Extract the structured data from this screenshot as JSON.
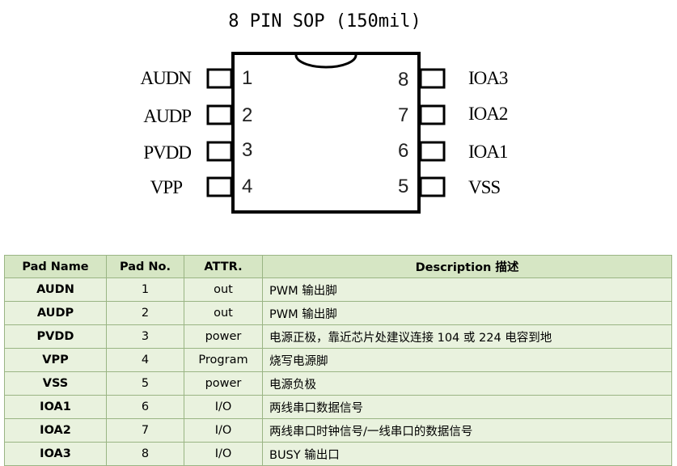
{
  "title": "8 PIN SOP (150mil)",
  "pins_left": [
    {
      "num": "1",
      "name": "AUDN"
    },
    {
      "num": "2",
      "name": "AUDP"
    },
    {
      "num": "3",
      "name": "PVDD"
    },
    {
      "num": "4",
      "name": "VPP"
    }
  ],
  "pins_right": [
    {
      "num": "8",
      "name": "IOA3"
    },
    {
      "num": "7",
      "name": "IOA2"
    },
    {
      "num": "6",
      "name": "IOA1"
    },
    {
      "num": "5",
      "name": "VSS"
    }
  ],
  "table": {
    "headers": [
      "Pad Name",
      "Pad No.",
      "ATTR.",
      "Description 描述"
    ],
    "rows": [
      [
        "AUDN",
        "1",
        "out",
        "PWM 输出脚"
      ],
      [
        "AUDP",
        "2",
        "out",
        "PWM 输出脚"
      ],
      [
        "PVDD",
        "3",
        "power",
        "电源正极，靠近芯片处建议连接 104 或 224 电容到地"
      ],
      [
        "VPP",
        "4",
        "Program",
        "烧写电源脚"
      ],
      [
        "VSS",
        "5",
        "power",
        "电源负极"
      ],
      [
        "IOA1",
        "6",
        "I/O",
        "两线串口数据信号"
      ],
      [
        "IOA2",
        "7",
        "I/O",
        "两线串口时钟信号/一线串口的数据信号"
      ],
      [
        "IOA3",
        "8",
        "I/O",
        "BUSY 输出口"
      ]
    ]
  }
}
